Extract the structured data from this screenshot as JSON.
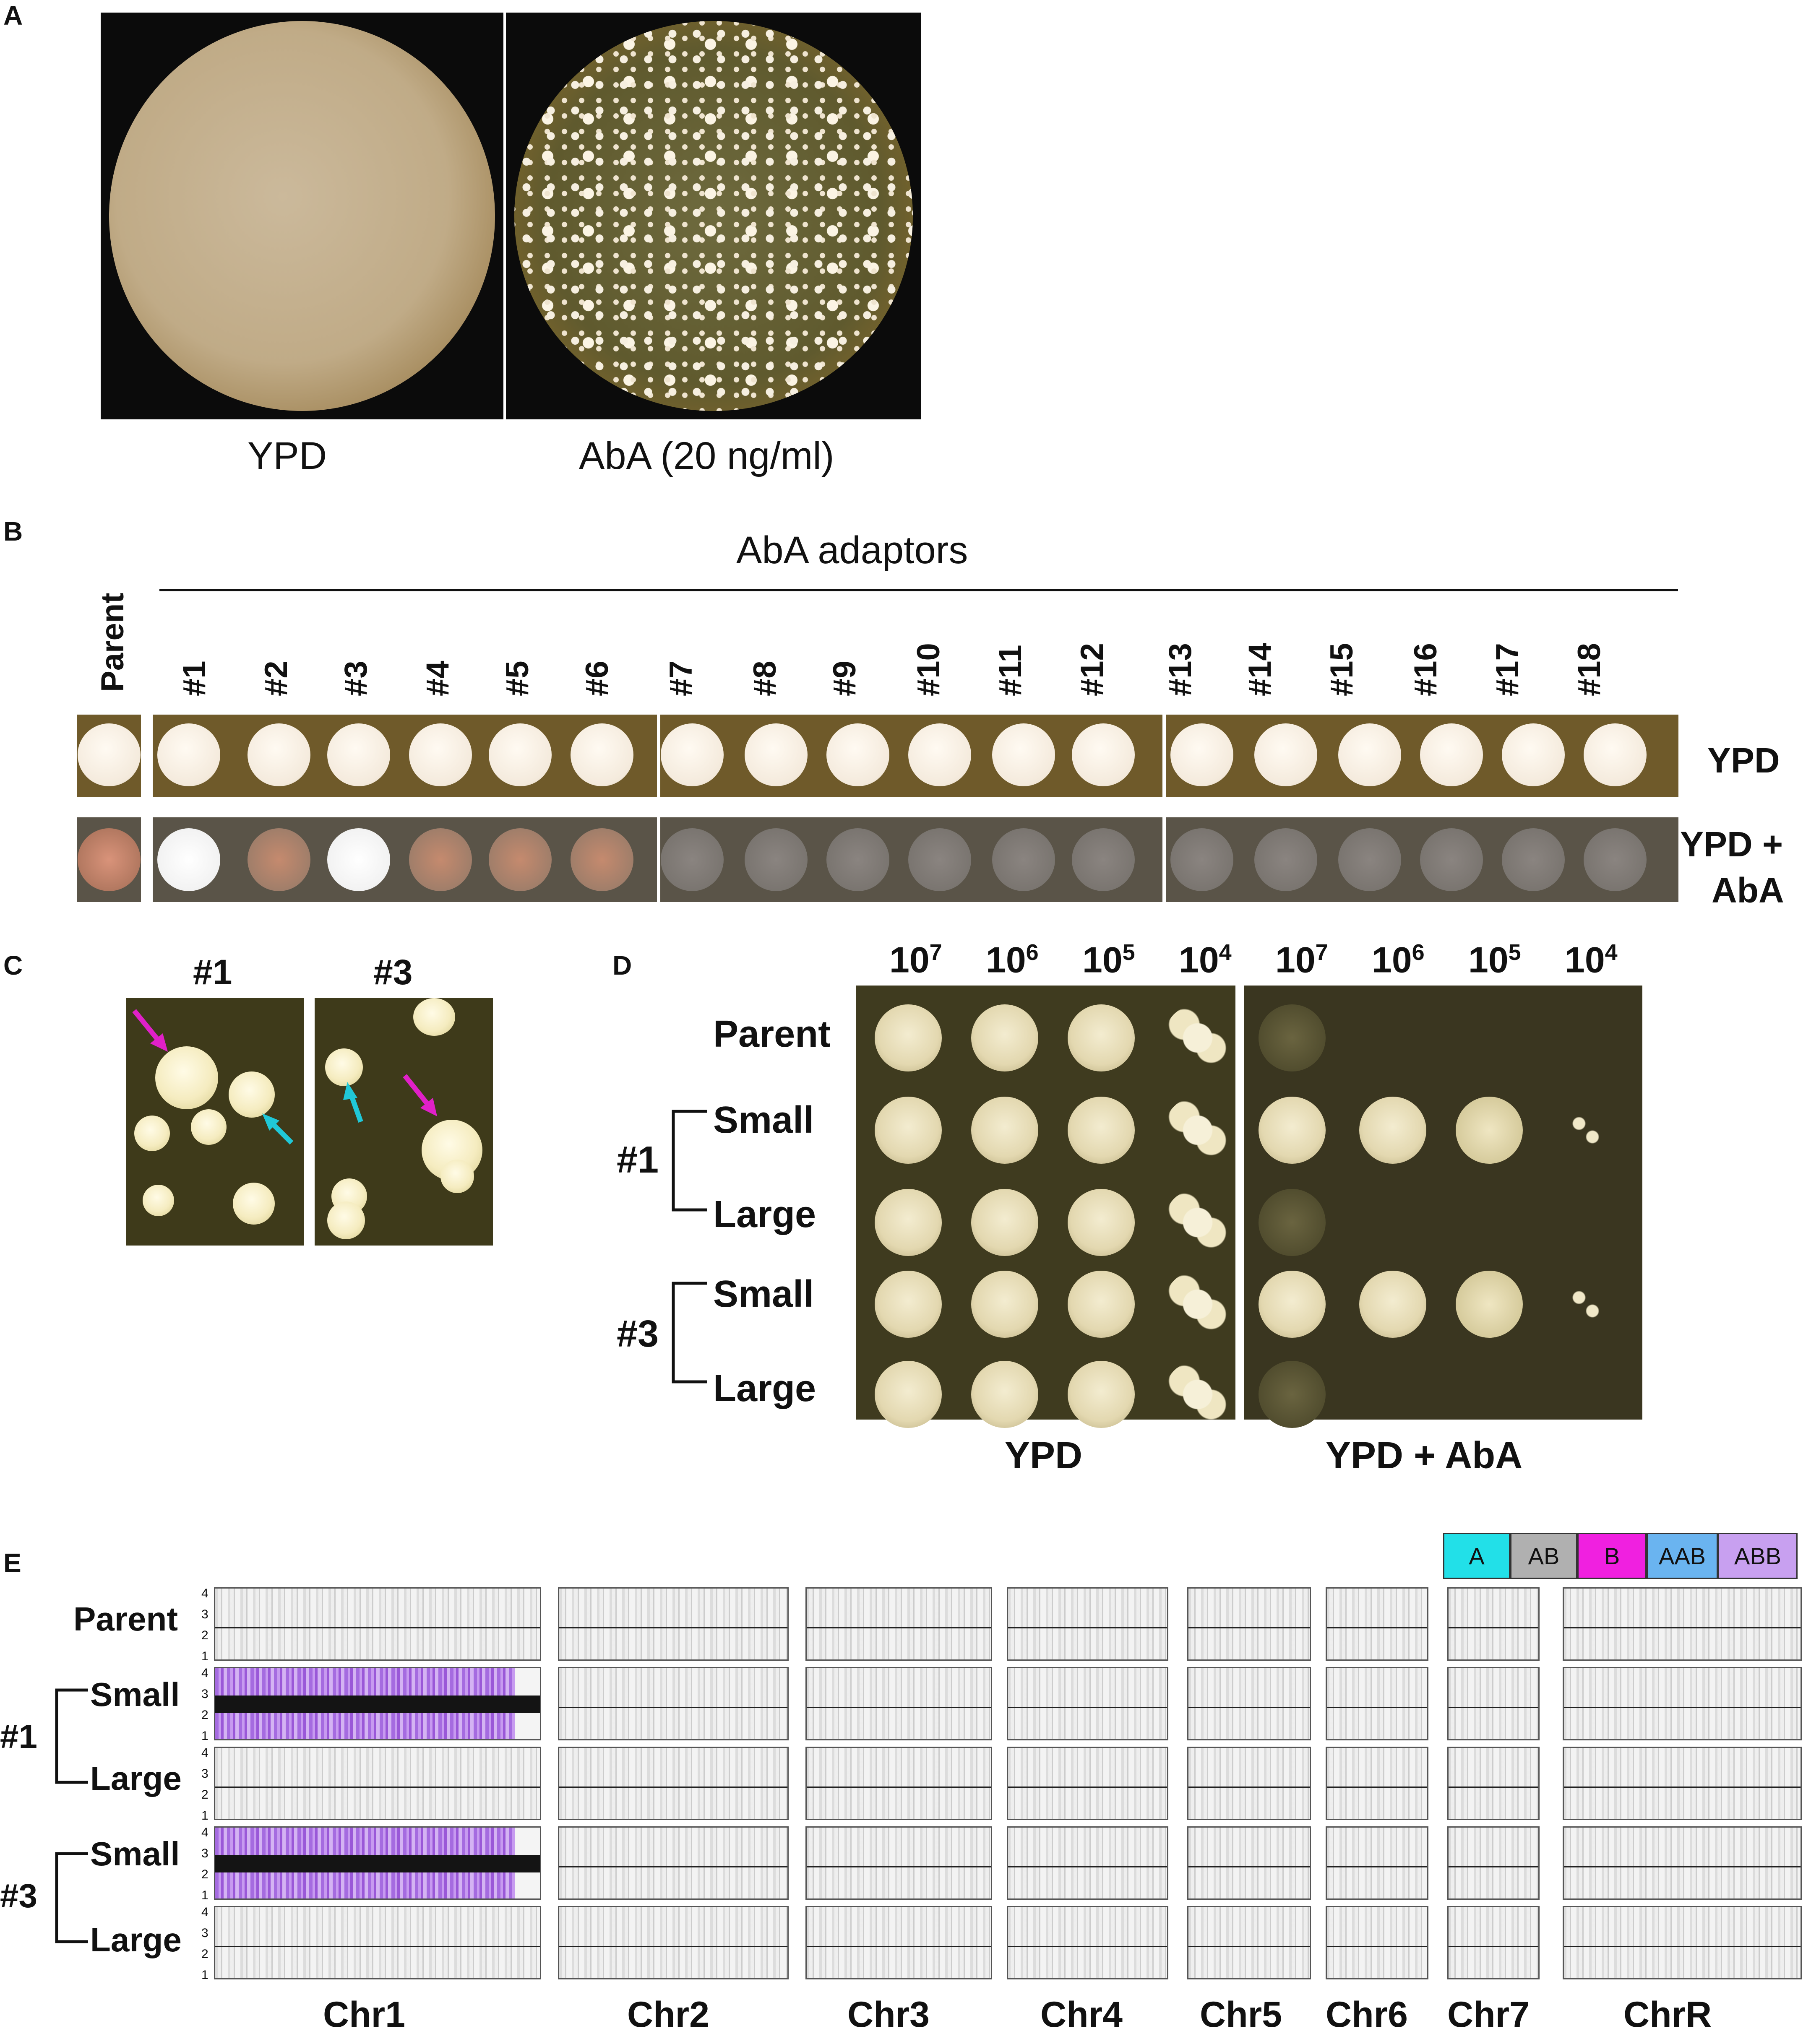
{
  "panelA": {
    "letter": "A",
    "left_label": "YPD",
    "right_label": "AbA (20 ng/ml)"
  },
  "panelB": {
    "letter": "B",
    "header": "AbA adaptors",
    "parent_label": "Parent",
    "strains": [
      "#1",
      "#2",
      "#3",
      "#4",
      "#5",
      "#6",
      "#7",
      "#8",
      "#9",
      "#10",
      "#11",
      "#12",
      "#13",
      "#14",
      "#15",
      "#16",
      "#17",
      "#18"
    ],
    "row1_label": "YPD",
    "row2_label_line1": "YPD +",
    "row2_label_line2": "AbA"
  },
  "panelC": {
    "letter": "C",
    "left_title": "#1",
    "right_title": "#3",
    "arrow_colors": {
      "magenta": "#e020c8",
      "cyan": "#20c8d8"
    }
  },
  "panelD": {
    "letter": "D",
    "dilutions": [
      {
        "base": "10",
        "exp": "7"
      },
      {
        "base": "10",
        "exp": "6"
      },
      {
        "base": "10",
        "exp": "5"
      },
      {
        "base": "10",
        "exp": "4"
      }
    ],
    "rows": {
      "parent": "Parent",
      "group1": "#1",
      "group3": "#3",
      "small": "Small",
      "large": "Large"
    },
    "bottom_left": "YPD",
    "bottom_right": "YPD + AbA"
  },
  "panelE": {
    "letter": "E",
    "legend": [
      {
        "label": "A",
        "color": "#22e0e8"
      },
      {
        "label": "AB",
        "color": "#b0b0b0"
      },
      {
        "label": "B",
        "color": "#f020e0"
      },
      {
        "label": "AAB",
        "color": "#6ab4f0"
      },
      {
        "label": "ABB",
        "color": "#c8a0f0"
      }
    ],
    "rows": {
      "parent": "Parent",
      "group1": "#1",
      "group3": "#3",
      "small": "Small",
      "large": "Large"
    },
    "axis_ticks": [
      "4",
      "3",
      "2",
      "1"
    ],
    "chromosomes": [
      "Chr1",
      "Chr2",
      "Chr3",
      "Chr4",
      "Chr5",
      "Chr6",
      "Chr7",
      "ChrR"
    ]
  }
}
